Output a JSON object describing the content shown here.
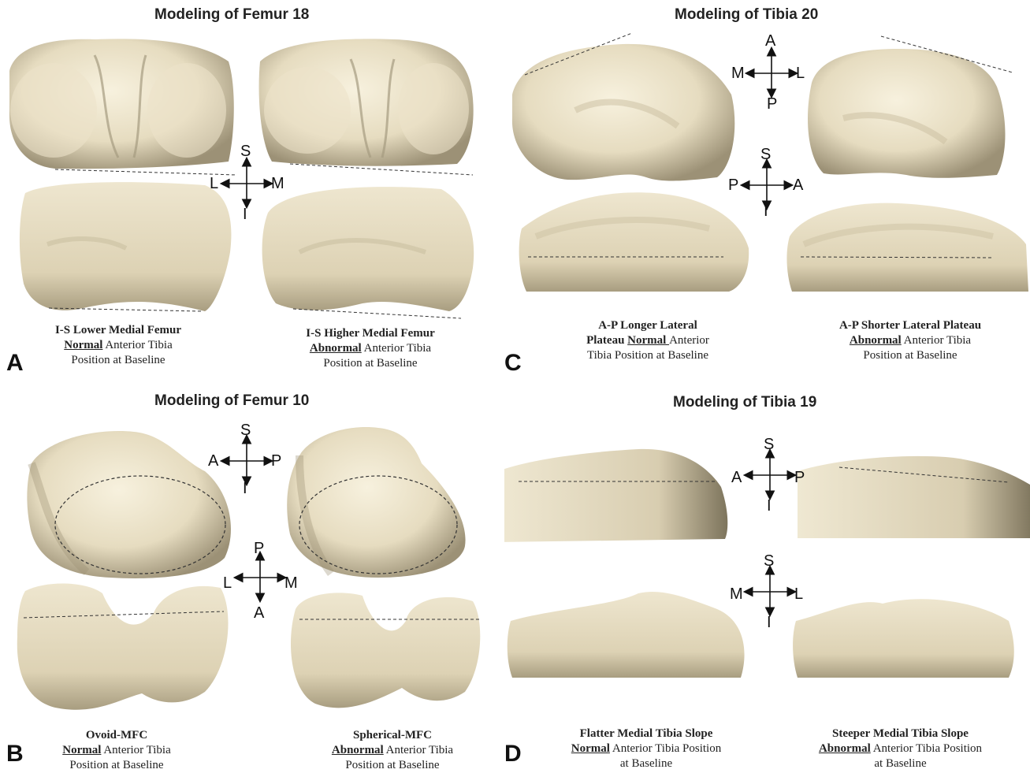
{
  "panels": {
    "A": {
      "letter": "A",
      "title": "Modeling of Femur  18",
      "axes": {
        "up": "S",
        "down": "I",
        "left": "L",
        "right": "M"
      },
      "captions": [
        {
          "line1": "I-S Lower Medial Femur",
          "emph": "Normal",
          "rest": " Anterior Tibia",
          "line3": "Position at Baseline"
        },
        {
          "line1": "I-S Higher Medial Femur",
          "emph": "Abnormal",
          "rest": " Anterior Tibia",
          "line3": "Position at Baseline"
        }
      ]
    },
    "B": {
      "letter": "B",
      "title": "Modeling of Femur  10",
      "axes_top": {
        "up": "S",
        "down": "I",
        "left": "A",
        "right": "P"
      },
      "axes_bottom": {
        "up": "P",
        "down": "A",
        "left": "L",
        "right": "M"
      },
      "captions": [
        {
          "line1": "Ovoid-MFC",
          "emph": "Normal",
          "rest": " Anterior Tibia",
          "line3": "Position at Baseline"
        },
        {
          "line1": "Spherical-MFC",
          "emph": "Abnormal",
          "rest": " Anterior Tibia",
          "line3": "Position at Baseline"
        }
      ]
    },
    "C": {
      "letter": "C",
      "title": "Modeling of Tibia 20",
      "axes_top": {
        "up": "A",
        "down": "P",
        "left": "M",
        "right": "L"
      },
      "axes_bottom": {
        "up": "S",
        "down": "I",
        "left": "P",
        "right": "A"
      },
      "captions": [
        {
          "line1": "A-P Longer Lateral",
          "line2a": "Plateau ",
          "emph": "Normal ",
          "rest": "Anterior",
          "line3": "Tibia Position at Baseline"
        },
        {
          "line1": "A-P Shorter Lateral Plateau",
          "emph": "Abnormal",
          "rest": " Anterior Tibia",
          "line3": "Position at Baseline"
        }
      ]
    },
    "D": {
      "letter": "D",
      "title": "Modeling of Tibia 19",
      "axes_top": {
        "up": "S",
        "down": "I",
        "left": "A",
        "right": "P"
      },
      "axes_bottom": {
        "up": "S",
        "down": "I",
        "left": "M",
        "right": "L"
      },
      "captions": [
        {
          "line1": "Flatter Medial Tibia Slope",
          "emph": "Normal",
          "rest": " Anterior Tibia Position",
          "line3": "at Baseline"
        },
        {
          "line1": "Steeper Medial Tibia Slope",
          "emph": "Abnormal",
          "rest": " Anterior Tibia Position",
          "line3": "at Baseline"
        }
      ]
    }
  },
  "colors": {
    "bone_light": "#f3ecd6",
    "bone_mid": "#ddd2b4",
    "bone_dark": "#8f856a",
    "background": "#ffffff"
  }
}
